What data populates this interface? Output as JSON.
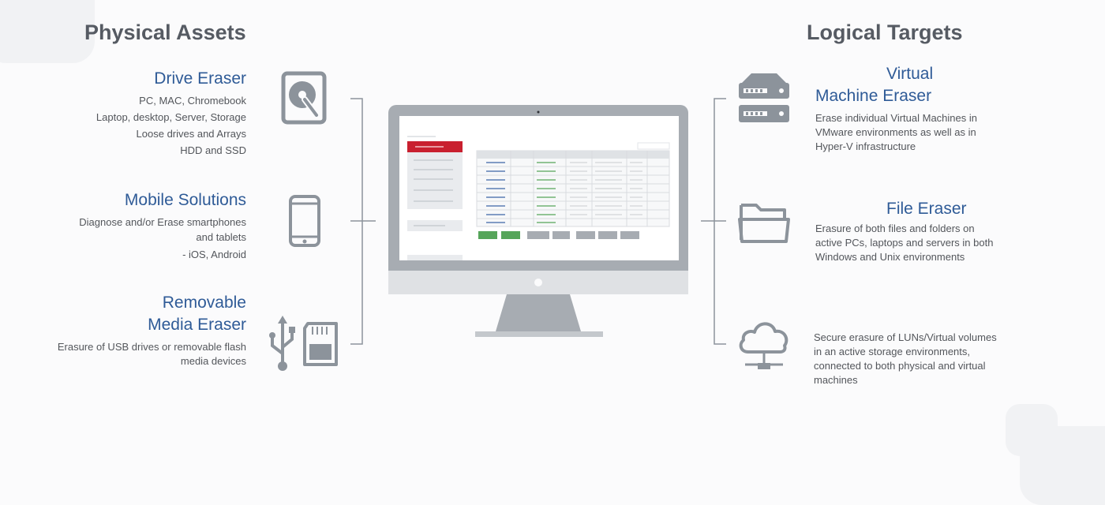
{
  "physical": {
    "heading": "Physical Assets",
    "items": [
      {
        "title": [
          "Drive Eraser"
        ],
        "lines": [
          "PC, MAC, Chromebook",
          "Laptop, desktop, Server, Storage",
          "Loose drives and Arrays",
          "HDD and SSD"
        ],
        "icon": "hard-drive-icon"
      },
      {
        "title": [
          "Mobile Solutions"
        ],
        "lines": [
          "Diagnose and/or Erase smartphones",
          "and tablets",
          "- iOS, Android"
        ],
        "icon": "smartphone-icon"
      },
      {
        "title": [
          "Removable",
          "Media Eraser"
        ],
        "lines": [
          "Erasure of USB drives or removable flash",
          "media devices"
        ],
        "icon": "usb-sdcard-icon"
      }
    ]
  },
  "logical": {
    "heading": "Logical Targets",
    "items": [
      {
        "title": [
          "Virtual",
          "Machine Eraser"
        ],
        "lines": [
          "Erase individual Virtual Machines in",
          "VMware environments as well as in",
          "Hyper-V infrastructure"
        ],
        "icon": "server-rack-icon"
      },
      {
        "title": [
          "File Eraser"
        ],
        "lines": [
          "Erasure of both files and folders on",
          "active PCs, laptops and servers in both",
          "Windows and Unix environments"
        ],
        "icon": "folder-icon"
      },
      {
        "title": [],
        "lines": [
          "Secure erasure of LUNs/Virtual volumes",
          "in an active storage environments,",
          "connected to both physical and virtual",
          "machines"
        ],
        "icon": "cloud-network-icon"
      }
    ]
  },
  "colors": {
    "accent": "#2f5b97",
    "heading": "#565b63",
    "icon": "#8c939b",
    "brand_red": "#c9202f",
    "green": "#56a55a"
  }
}
